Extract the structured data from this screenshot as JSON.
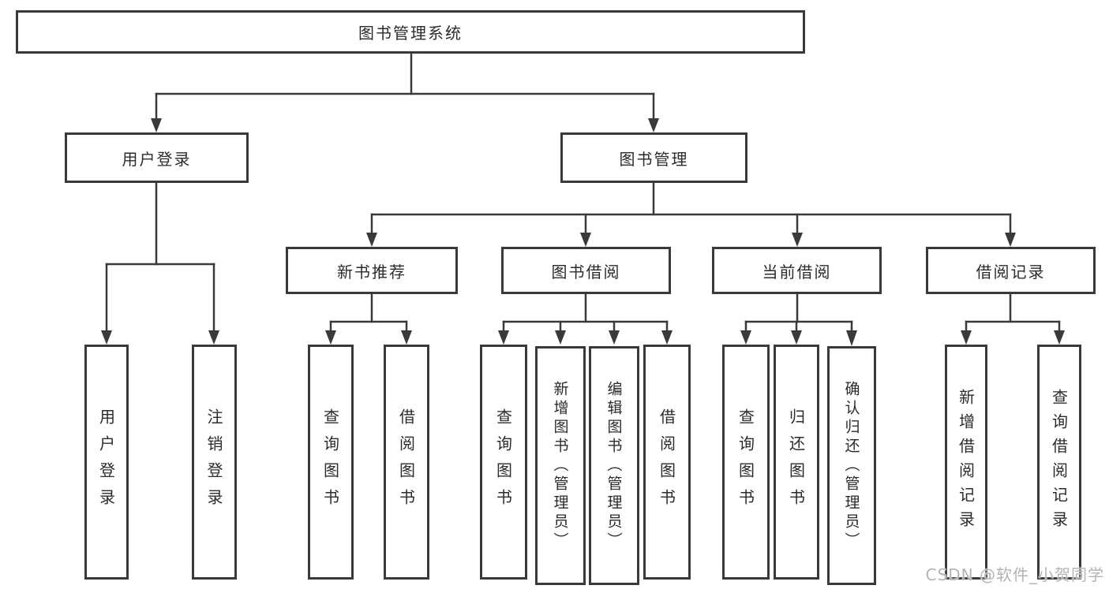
{
  "tree": {
    "root": {
      "label": "图书管理系统"
    },
    "level2": [
      {
        "id": "user-login",
        "label": "用户登录"
      },
      {
        "id": "book-management",
        "label": "图书管理"
      }
    ],
    "level3": [
      {
        "id": "new-book-recommend",
        "label": "新书推荐"
      },
      {
        "id": "book-borrow",
        "label": "图书借阅"
      },
      {
        "id": "current-borrow",
        "label": "当前借阅"
      },
      {
        "id": "borrow-records",
        "label": "借阅记录"
      }
    ],
    "leaves": {
      "user_login": [
        "用户登录",
        "注销登录"
      ],
      "new_book_recommend": [
        "查询图书",
        "借阅图书"
      ],
      "book_borrow": [
        "查询图书",
        "新增图书（管理员）",
        "编辑图书（管理员）",
        "借阅图书"
      ],
      "current_borrow": [
        "查询图书",
        "归还图书",
        "确认归还（管理员）"
      ],
      "borrow_records": [
        "新增借阅记录",
        "查询借阅记录"
      ]
    }
  },
  "watermark": "CSDN @软件_小贺同学",
  "colors": {
    "line": "#3a3a3a",
    "box_border": "#3a3a3a",
    "text": "#2b2b2b",
    "background": "#ffffff",
    "watermark": "#b3b3b3"
  }
}
